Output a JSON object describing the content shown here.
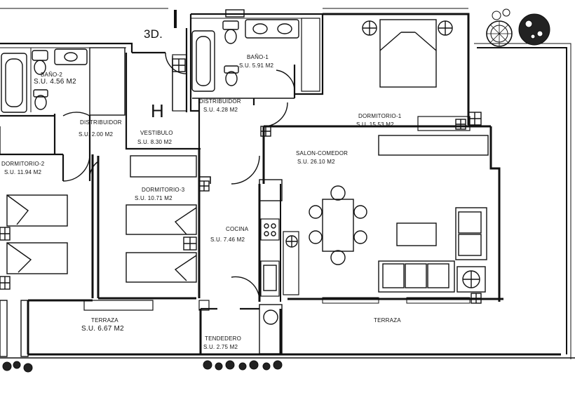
{
  "unit": {
    "code": "3D.",
    "letter": "H"
  },
  "rooms": {
    "bano2": {
      "name": "BAÑO-2",
      "area": "S.U. 4.56 M2"
    },
    "bano1": {
      "name": "BAÑO-1",
      "area": "S.U. 5.91 M2"
    },
    "distribuidor_left": {
      "name": "DISTRIBUIDOR",
      "area": "S.U. 2.00 M2"
    },
    "vestibulo": {
      "name": "VESTIBULO",
      "area": "S.U. 8.30 M2"
    },
    "distribuidor_center": {
      "name": "DISTRIBUIDOR",
      "area": "S.U. 4.28 M2"
    },
    "dormitorio1": {
      "name": "DORMITORIO-1",
      "area": "S.U. 15.53 M2"
    },
    "dormitorio2": {
      "name": "DORMITORIO-2",
      "area": "S.U. 11.94 M2"
    },
    "dormitorio3": {
      "name": "DORMITORIO-3",
      "area": "S.U. 10.71 M2"
    },
    "salon": {
      "name": "SALON-COMEDOR",
      "area": "S.U. 26.10 M2"
    },
    "cocina": {
      "name": "COCINA",
      "area": "S.U. 7.46 M2"
    },
    "terraza_left": {
      "name": "TERRAZA",
      "area": "S.U. 6.67 M2"
    },
    "tendedero": {
      "name": "TENDEDERO",
      "area": "S.U. 2.75 M2"
    },
    "terraza_right": {
      "name": "TERRAZA",
      "area": ""
    }
  },
  "colors": {
    "ink": "#111111",
    "paper": "#ffffff"
  }
}
